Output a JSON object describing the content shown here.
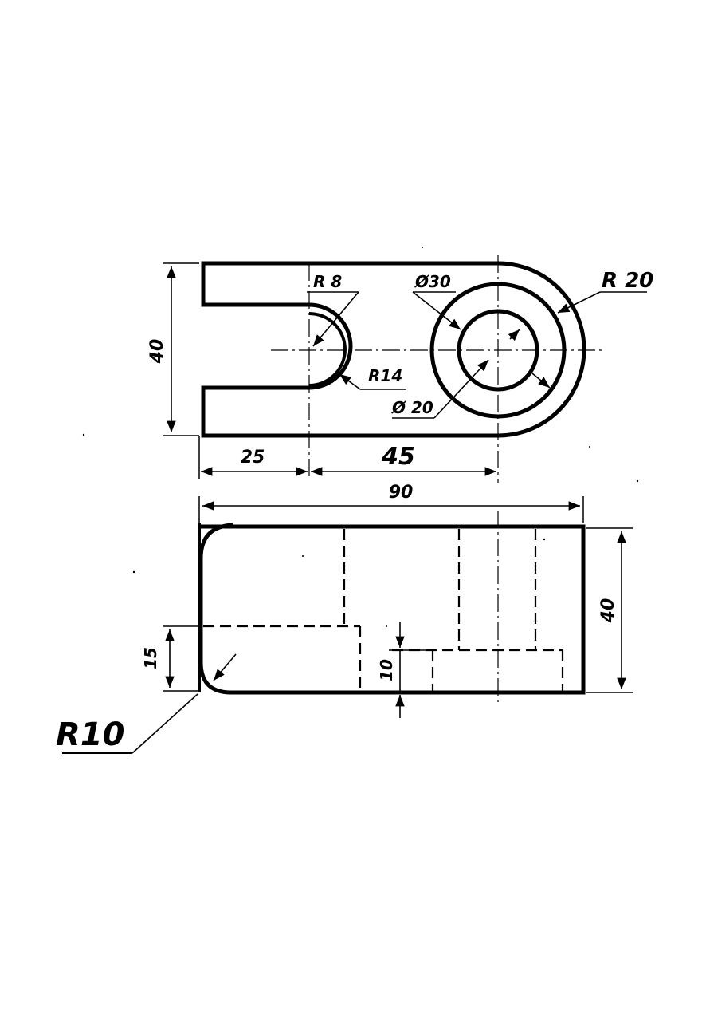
{
  "drawing": {
    "top_view": {
      "dims": {
        "height": "40",
        "left_width": "25",
        "center_distance": "45",
        "slot_inner_radius": "R 8",
        "slot_outer_radius": "R14",
        "outer_boss_diameter": "Ø30",
        "hole_diameter": "Ø 20",
        "end_radius": "R 20"
      }
    },
    "front_view": {
      "dims": {
        "overall_length": "90",
        "height": "40",
        "step_height": "15",
        "counterbore_depth": "10",
        "fillet_radius": "R10"
      }
    }
  }
}
